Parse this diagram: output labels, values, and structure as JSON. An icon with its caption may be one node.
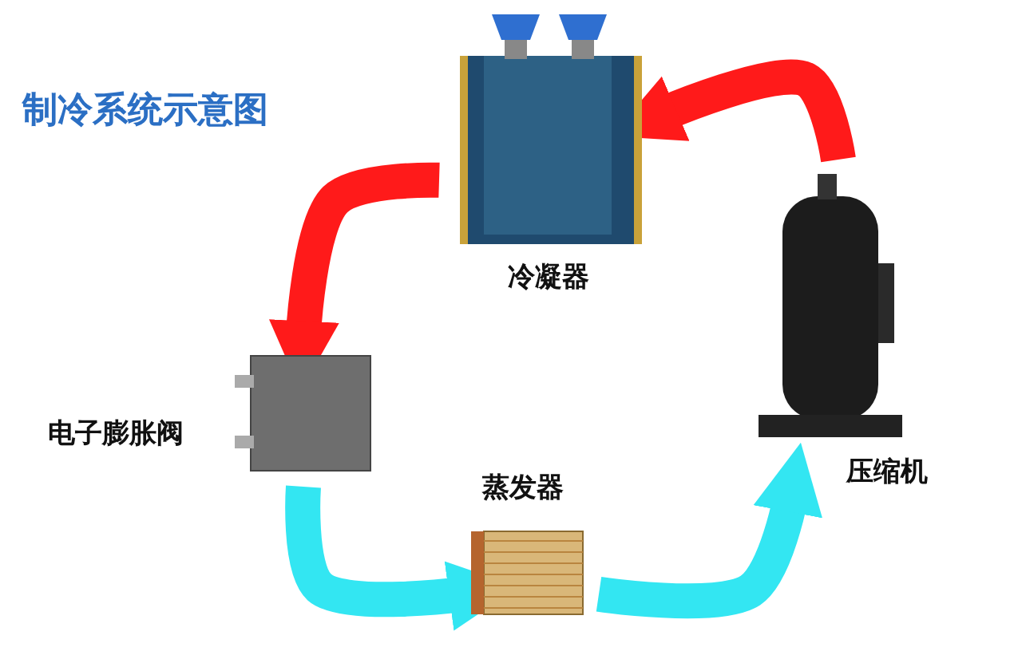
{
  "diagram": {
    "title": "制冷系统示意图",
    "nodes": [
      {
        "text": [
          "冷凝器"
        ]
      },
      {
        "text": [
          "压缩机"
        ]
      },
      {
        "text": [
          "蒸发器"
        ]
      },
      {
        "text": [
          "电子膨胀阀"
        ]
      }
    ],
    "edges": [
      {
        "from": 1,
        "to": 0,
        "arrow": "to",
        "color": "#ff1a1a"
      },
      {
        "from": 0,
        "to": 3,
        "arrow": "to",
        "color": "#ff1a1a"
      },
      {
        "from": 3,
        "to": 2,
        "arrow": "to",
        "color": "#33e6f2"
      },
      {
        "from": 2,
        "to": 1,
        "arrow": "to",
        "color": "#33e6f2"
      }
    ]
  }
}
